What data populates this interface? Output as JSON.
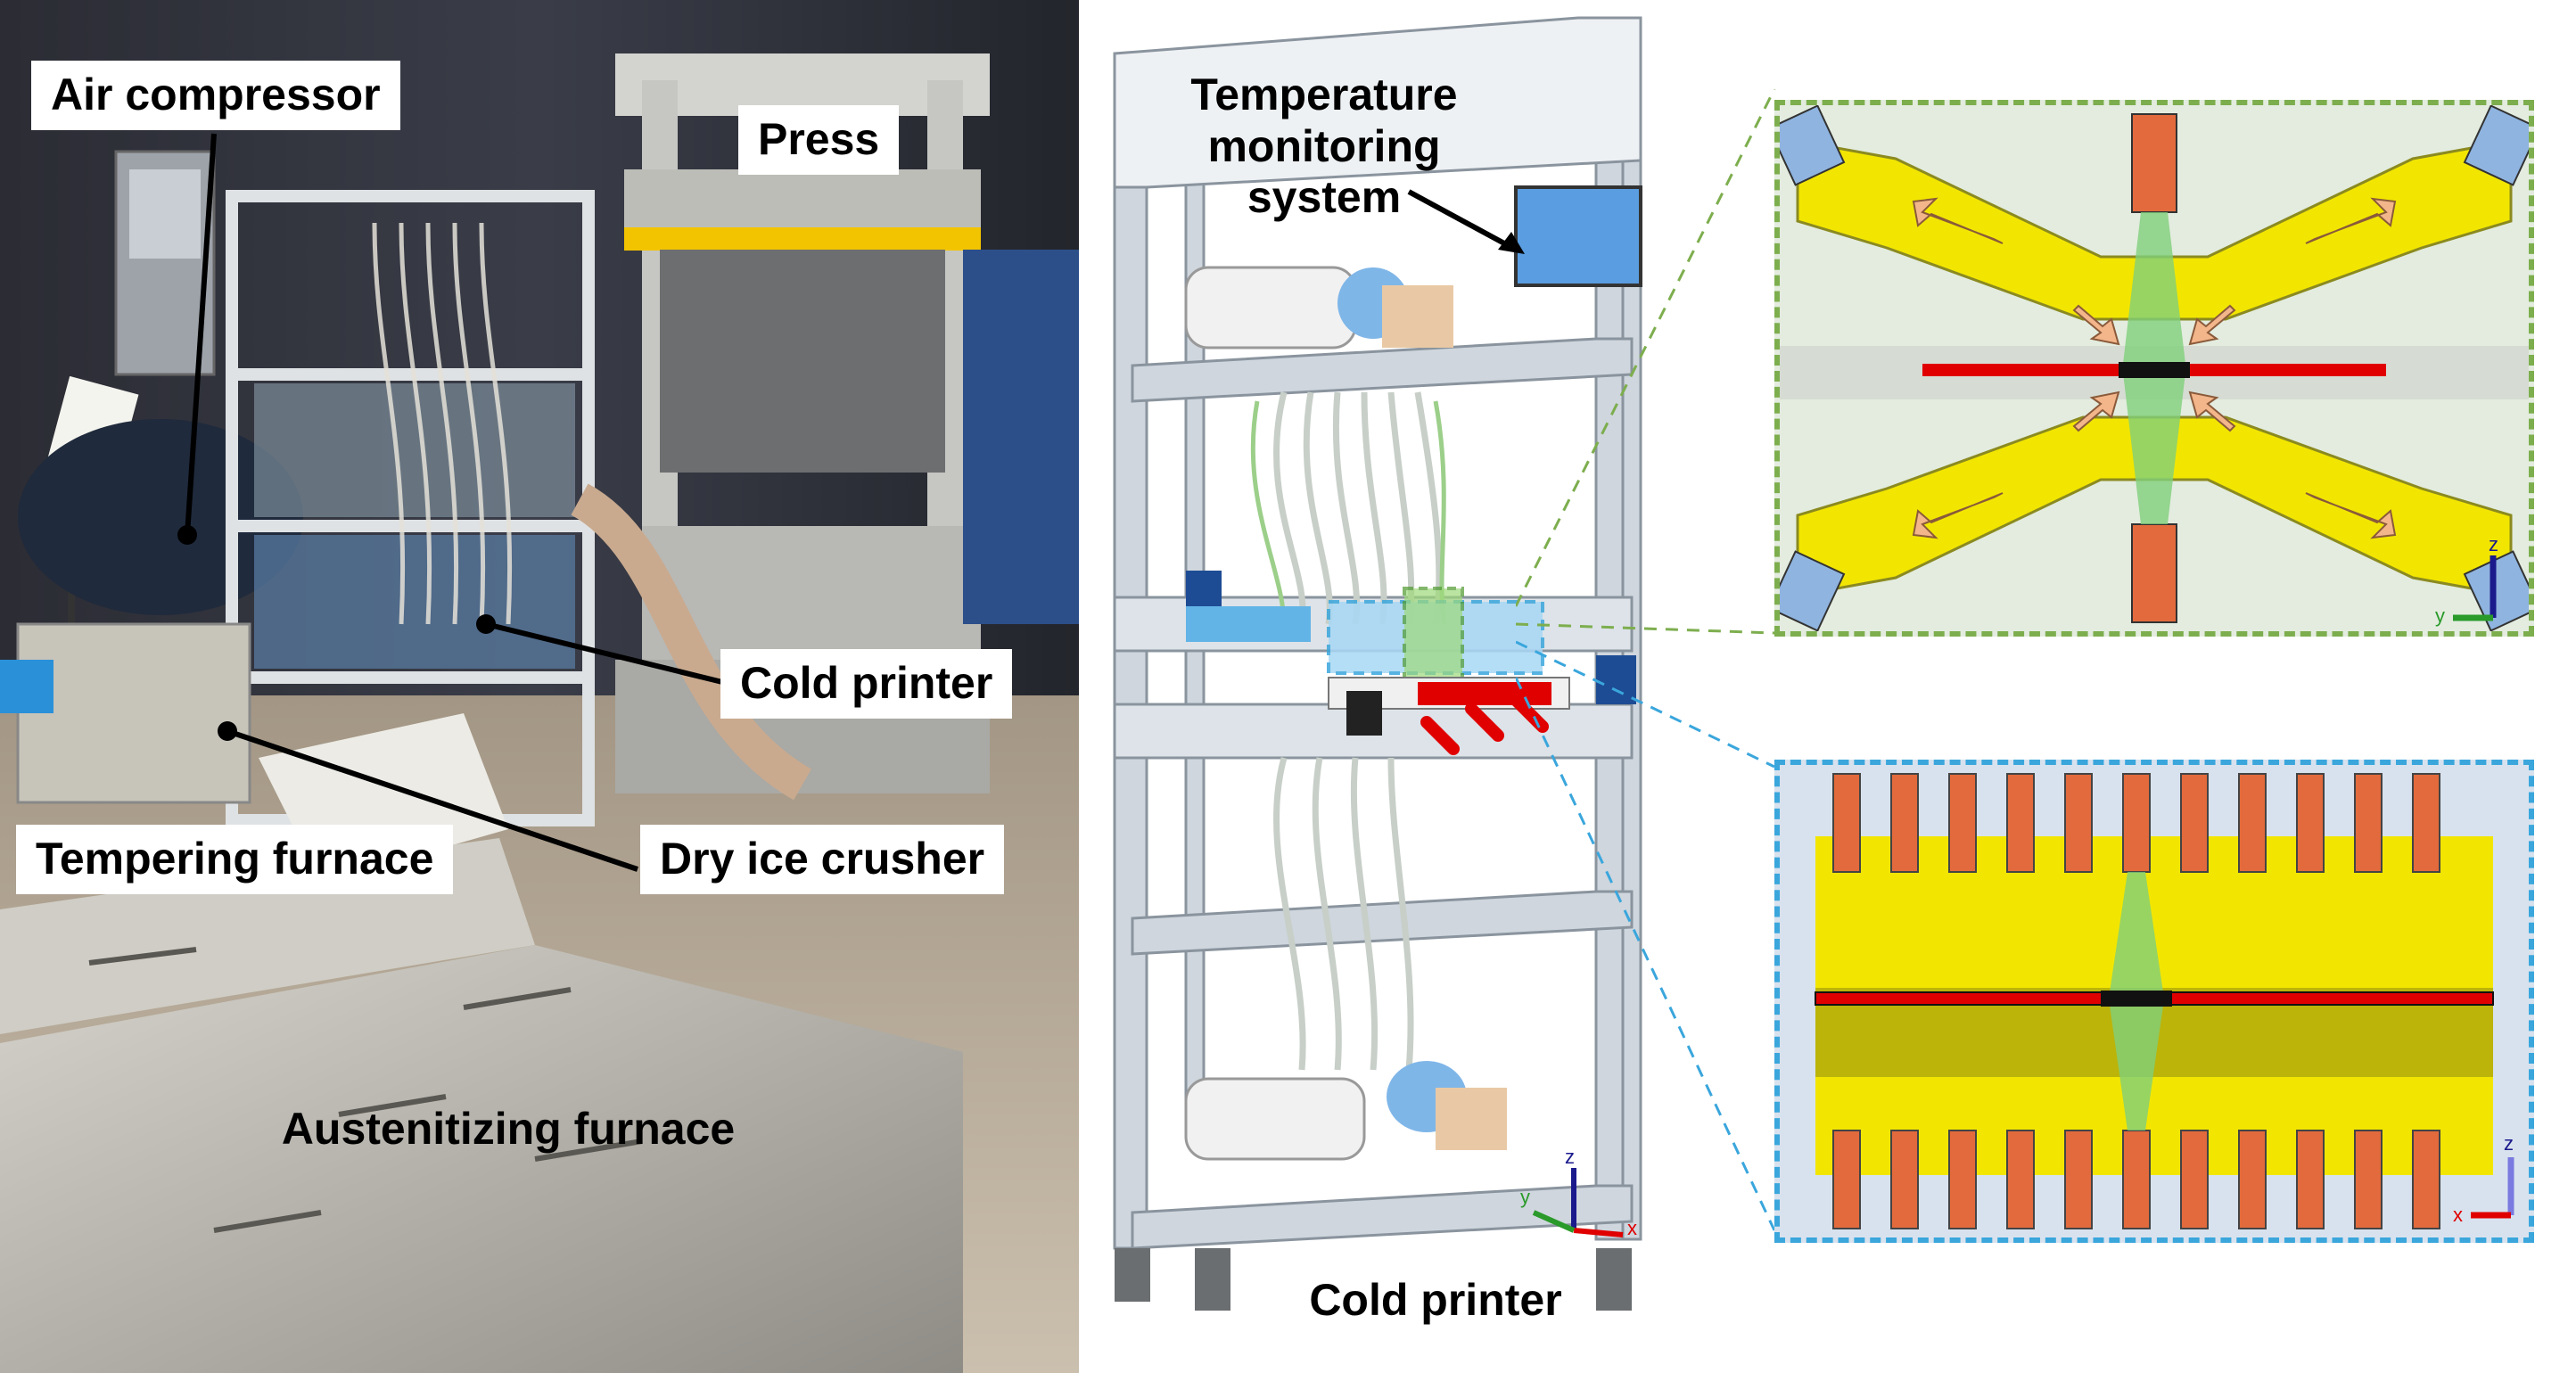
{
  "photo_labels": {
    "air_compressor": "Air compressor",
    "press": "Press",
    "cold_printer": "Cold printer",
    "tempering_furnace": "Tempering furnace",
    "dry_ice_crusher": "Dry ice crusher",
    "austenitizing_furnace": "Austenitizing furnace"
  },
  "render_labels": {
    "temperature_monitoring_line1": "Temperature",
    "temperature_monitoring_line2": "monitoring system",
    "cold_printer_caption": "Cold printer"
  },
  "axes": {
    "render": {
      "x": "x",
      "y": "y",
      "z": "z"
    },
    "top_detail": {
      "y": "y",
      "z": "z"
    },
    "bottom_detail": {
      "x": "x",
      "z": "z"
    }
  },
  "colors": {
    "nozzle_yellow": "#f2e600",
    "workpiece_red": "#e00000",
    "top_frame_green": "#7dae4e",
    "bottom_frame_blue": "#3aa6dc",
    "flow_arrow": "#f3b58a"
  }
}
